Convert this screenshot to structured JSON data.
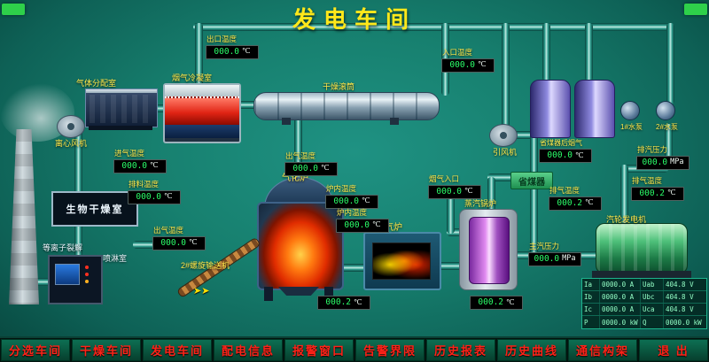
{
  "title": "发电车间",
  "nav": {
    "items": [
      "分选车间",
      "干燥车间",
      "发电车间",
      "配电信息",
      "报警窗口",
      "告警界限",
      "历史报表",
      "历史曲线",
      "通信构架",
      "退 出"
    ]
  },
  "equipment": {
    "gas_distribution": "气体分配室",
    "flue_condenser": "烟气冷凝室",
    "drying_drum": "干燥滚筒",
    "centrifugal_fan": "离心风机",
    "bio_drying_room": "生物干燥室",
    "plasma_unit": "等离子裂解",
    "spray_room": "喷淋室",
    "screw_conveyor": "2#螺旋输送机",
    "gasifier": "气化炉",
    "gas_furnace": "燃气炉",
    "steam_boiler": "蒸汽锅炉",
    "economizer": "省煤器",
    "induced_draft_fan": "引风机",
    "turbine_generator": "汽轮发电机",
    "pump1": "1#水泵",
    "pump2": "2#水泵"
  },
  "displays": [
    {
      "label": "出口温度",
      "value": "000.0",
      "unit": "℃"
    },
    {
      "label": "入口温度",
      "value": "000.0",
      "unit": "℃"
    },
    {
      "label": "进气温度",
      "value": "000.0",
      "unit": "℃"
    },
    {
      "label": "排料温度",
      "value": "000.0",
      "unit": "℃"
    },
    {
      "label": "出气温度",
      "value": "000.0",
      "unit": "℃"
    },
    {
      "label": "出气温度",
      "value": "000.0",
      "unit": "℃"
    },
    {
      "label": "炉内温度",
      "value": "000.0",
      "unit": "℃"
    },
    {
      "label": "炉内温度",
      "value": "000.0",
      "unit": "℃"
    },
    {
      "label": "烟气入口",
      "value": "000.0",
      "unit": "℃"
    },
    {
      "label": "",
      "value": "000.2",
      "unit": "℃"
    },
    {
      "label": "",
      "value": "000.2",
      "unit": "℃"
    },
    {
      "label": "省煤器后烟气",
      "value": "000.0",
      "unit": "℃"
    },
    {
      "label": "排气温度",
      "value": "000.2",
      "unit": "℃"
    },
    {
      "label": "主汽压力",
      "value": "000.0",
      "unit": "MPa"
    },
    {
      "label": "排汽压力",
      "value": "000.0",
      "unit": "MPa"
    },
    {
      "label": "排气温度",
      "value": "000.2",
      "unit": "℃"
    }
  ],
  "meter": {
    "rows": [
      [
        "Ia",
        "0000.0 A",
        "Uab",
        "404.8 V"
      ],
      [
        "Ib",
        "0000.0 A",
        "Ubc",
        "404.8 V"
      ],
      [
        "Ic",
        "0000.0 A",
        "Uca",
        "404.8 V"
      ],
      [
        "P",
        "0000.0 kW",
        "Q",
        "0000.0 kW"
      ]
    ]
  },
  "colors": {
    "background_teal": "#17806f",
    "title_yellow": "#ffe81a",
    "label_yellow": "#ffe84a",
    "digit_green": "#2bff6a",
    "nav_red": "#ff2218"
  }
}
